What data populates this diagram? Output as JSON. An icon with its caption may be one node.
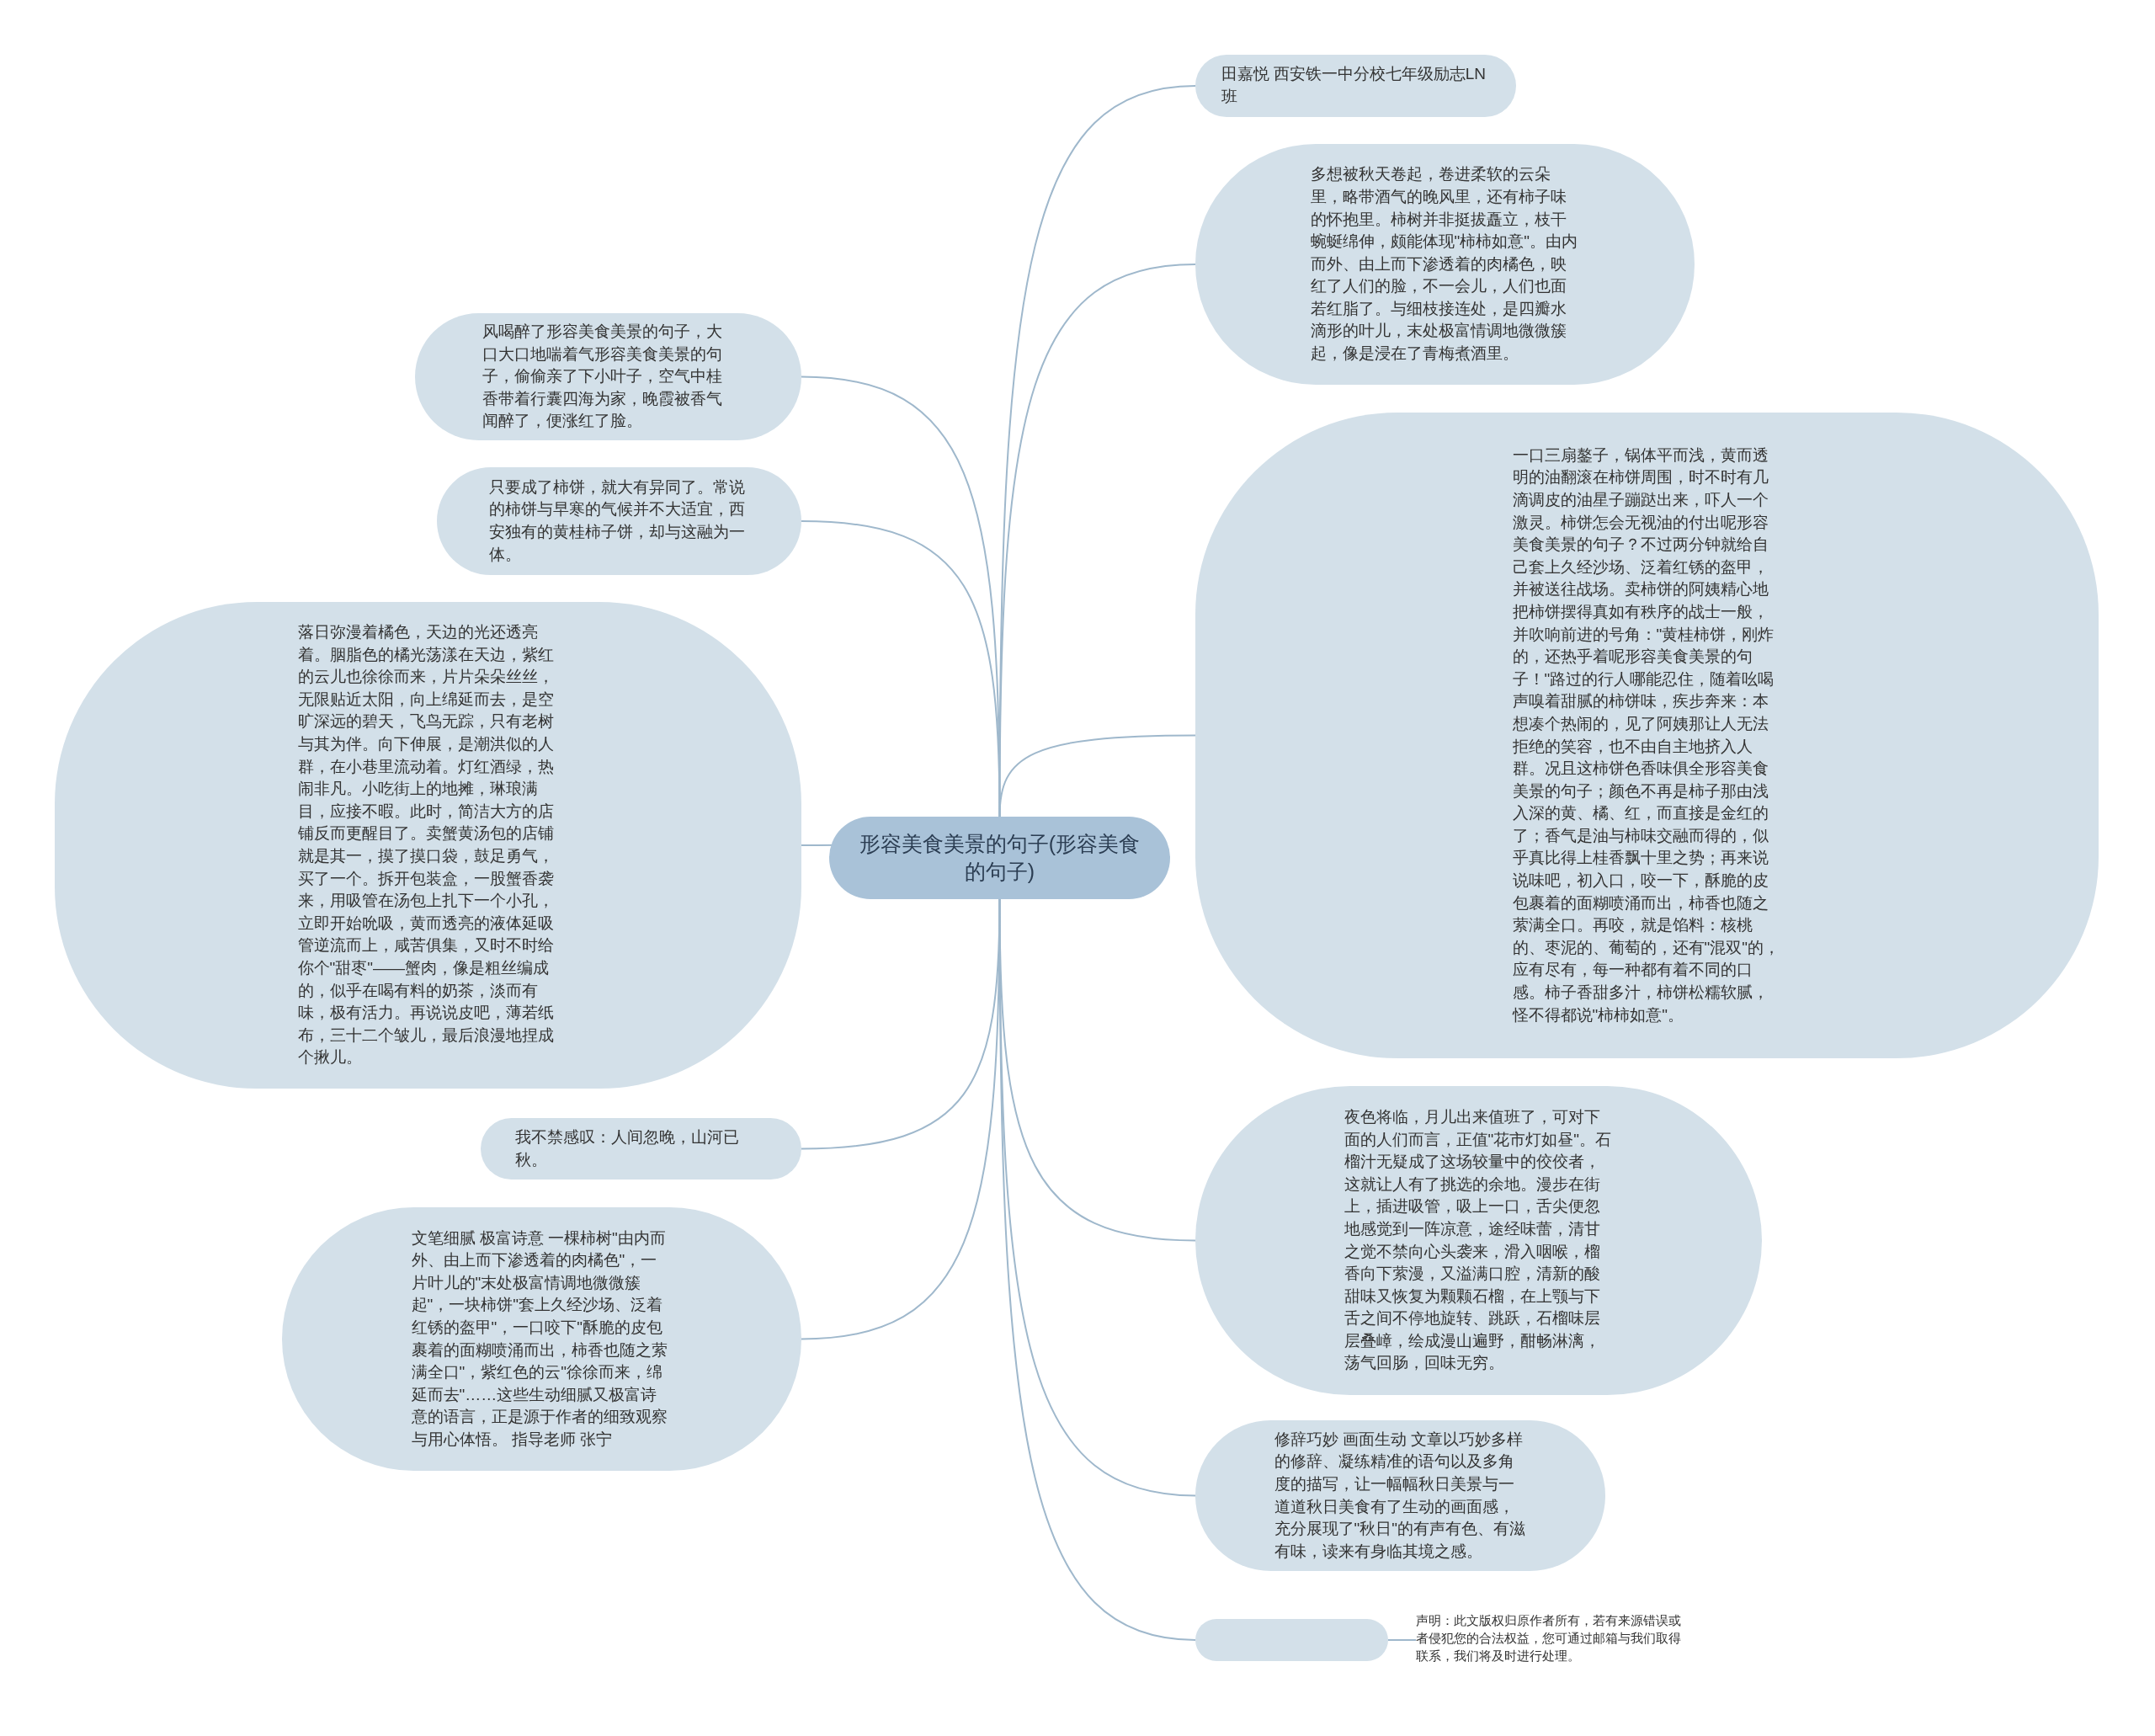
{
  "diagram": {
    "nodes": [
      {
        "text": [
          "形容美食美景的句子(形容美食的句子)"
        ]
      },
      {
        "text": [
          "田嘉悦 西安铁一中分校七年级励志LN班"
        ]
      },
      {
        "text": [
          "多想被秋天卷起，卷进柔软的云朵里，略带酒气的晚风里，还有柿子味的怀抱里。柿树并非挺拔矗立，枝干蜿蜒绵伸，颇能体现\"柿柿如意\"。由内而外、由上而下渗透着的肉橘色，映红了人们的脸，不一会儿，人们也面若红脂了。与细枝接连处，是四瓣水滴形的叶儿，末处极富情调地微微簇起，像是浸在了青梅煮酒里。"
        ]
      },
      {
        "text": [
          "一口三扇鏊子，锅体平而浅，黄而透明的油翻滚在柿饼周围，时不时有几滴调皮的油星子蹦跶出来，吓人一个激灵。柿饼怎会无视油的付出呢形容美食美景的句子？不过两分钟就给自己套上久经沙场、泛着红锈的盔甲，并被送往战场。卖柿饼的阿姨精心地把柿饼摆得真如有秩序的战士一般，并吹响前进的号角：\"黄桂柿饼，刚炸的，还热乎着呢形容美食美景的句子！\"路过的行人哪能忍住，随着吆喝声嗅着甜腻的柿饼味，疾步奔来：本想凑个热闹的，见了阿姨那让人无法拒绝的笑容，也不由自主地挤入人群。况且这柿饼色香味俱全形容美食美景的句子；颜色不再是柿子那由浅入深的黄、橘、红，而直接是金红的了；香气是油与柿味交融而得的，似乎真比得上桂香飘十里之势；再来说说味吧，初入口，咬一下，酥脆的皮包裹着的面糊喷涌而出，柿香也随之萦满全口。再咬，就是馅料：核桃的、枣泥的、葡萄的，还有\"混双\"的，应有尽有，每一种都有着不同的口感。柿子香甜多汁，柿饼松糯软腻，怪不得都说\"柿柿如意\"。"
        ]
      },
      {
        "text": [
          "夜色将临，月儿出来值班了，可对下面的人们而言，正值\"花市灯如昼\"。石榴汁无疑成了这场较量中的佼佼者，这就让人有了挑选的余地。漫步在街上，插进吸管，吸上一口，舌尖便忽地感觉到一阵凉意，途经味蕾，清甘之觉不禁向心头袭来，滑入咽喉，榴香向下萦漫，又溢满口腔，清新的酸甜味又恢复为颗颗石榴，在上颚与下舌之间不停地旋转、跳跃，石榴味层层叠嶂，绘成漫山遍野，酣畅淋漓，荡气回肠，回味无穷。"
        ]
      },
      {
        "text": [
          "修辞巧妙 画面生动 文章以巧妙多样的修辞、凝练精准的语句以及多角度的描写，让一幅幅秋日美景与一道道秋日美食有了生动的画面感，充分展现了\"秋日\"的有声有色、有滋有味，读来有身临其境之感。"
        ]
      },
      {
        "text": [],
        "shape": "box"
      },
      {
        "text": [
          "声明：此文版权归原作者所有，若有来源错误或者侵犯您的合法权益，您可通过邮箱与我们取得联系，我们将及时进行处理。"
        ]
      },
      {
        "text": [
          "风喝醉了形容美食美景的句子，大口大口地喘着气形容美食美景的句子，偷偷亲了下小叶子，空气中桂香带着行囊四海为家，晚霞被香气闻醉了，便涨红了脸。"
        ]
      },
      {
        "text": [
          "只要成了柿饼，就大有异同了。常说的柿饼与早寒的气候并不大适宜，西安独有的黄桂柿子饼，却与这融为一体。"
        ]
      },
      {
        "text": [
          "落日弥漫着橘色，天边的光还透亮着。胭脂色的橘光荡漾在天边，紫红的云儿也徐徐而来，片片朵朵丝丝，无限贴近太阳，向上绵延而去，是空旷深远的碧天，飞鸟无踪，只有老树与其为伴。向下伸展，是潮洪似的人群，在小巷里流动着。灯红酒绿，热闹非凡。小吃街上的地摊，琳琅满目，应接不暇。此时，简洁大方的店铺反而更醒目了。卖蟹黄汤包的店铺就是其一，摸了摸口袋，鼓足勇气，买了一个。拆开包装盒，一股蟹香袭来，用吸管在汤包上扎下一个小孔，立即开始吮吸，黄而透亮的液体延吸管逆流而上，咸苦俱集，又时不时给你个\"甜枣\"——蟹肉，像是粗丝编成的，似乎在喝有料的奶茶，淡而有味，极有活力。再说说皮吧，薄若纸布，三十二个皱儿，最后浪漫地捏成个揪儿。"
        ]
      },
      {
        "text": [
          "我不禁感叹：人间忽晚，山河已秋。"
        ]
      },
      {
        "text": [
          "文笔细腻 极富诗意 一棵柿树\"由内而外、由上而下渗透着的肉橘色\"，一片叶儿的\"末处极富情调地微微簇起\"，一块柿饼\"套上久经沙场、泛着红锈的盔甲\"，一口咬下\"酥脆的皮包裹着的面糊喷涌而出，柿香也随之萦满全口\"，紫红色的云\"徐徐而来，绵延而去\"……这些生动细腻又极富诗意的语言，正是源于作者的细致观察与用心体悟。 指导老师 张宁"
        ]
      }
    ],
    "edges": [
      {
        "from": 0,
        "to": 1,
        "arrow": "none"
      },
      {
        "from": 0,
        "to": 2,
        "arrow": "none"
      },
      {
        "from": 0,
        "to": 3,
        "arrow": "none"
      },
      {
        "from": 0,
        "to": 4,
        "arrow": "none"
      },
      {
        "from": 0,
        "to": 5,
        "arrow": "none"
      },
      {
        "from": 0,
        "to": 6,
        "arrow": "none"
      },
      {
        "from": 6,
        "to": 7,
        "arrow": "none"
      },
      {
        "from": 0,
        "to": 8,
        "arrow": "none"
      },
      {
        "from": 0,
        "to": 9,
        "arrow": "none"
      },
      {
        "from": 0,
        "to": 10,
        "arrow": "none"
      },
      {
        "from": 0,
        "to": 11,
        "arrow": "none"
      },
      {
        "from": 0,
        "to": 12,
        "arrow": "none"
      }
    ]
  }
}
